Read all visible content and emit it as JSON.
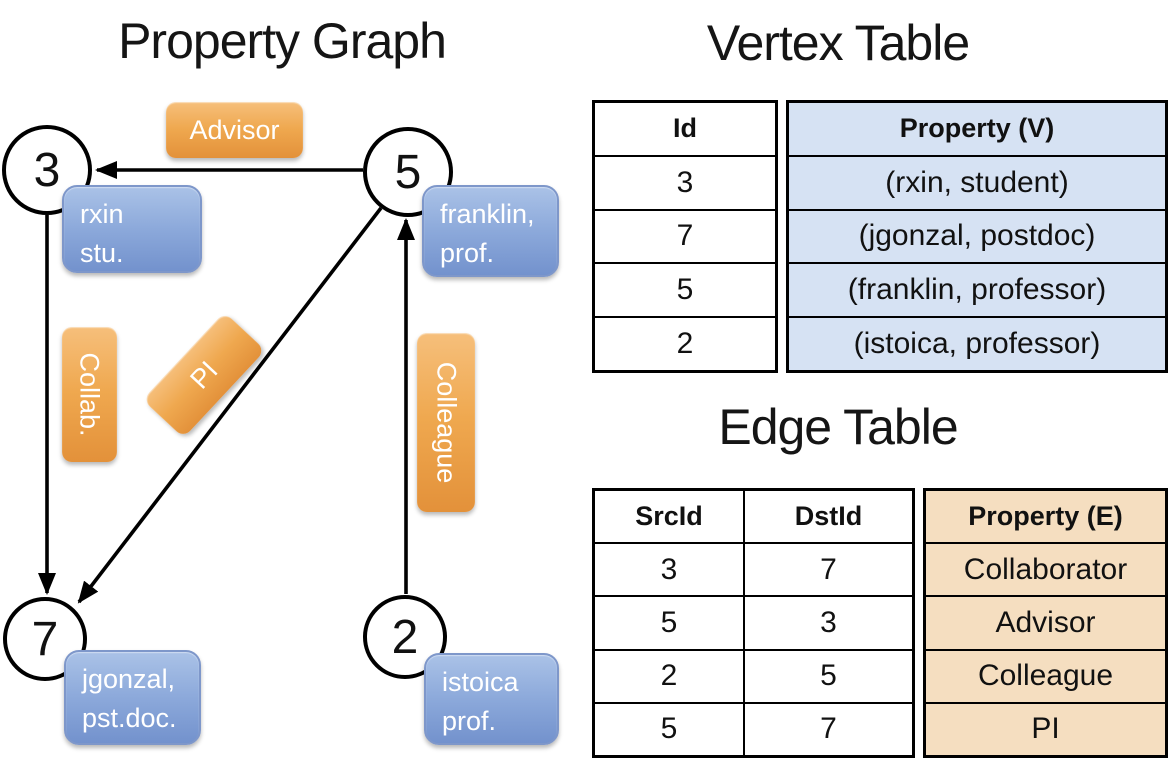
{
  "graph": {
    "title": "Property Graph",
    "nodes": [
      {
        "id": "3"
      },
      {
        "id": "5"
      },
      {
        "id": "7"
      },
      {
        "id": "2"
      }
    ],
    "vertex_labels": {
      "rxin": {
        "line1": "rxin",
        "line2": "stu."
      },
      "franklin": {
        "line1": "franklin,",
        "line2": "prof."
      },
      "jgonzal": {
        "line1": "jgonzal,",
        "line2": "pst.doc."
      },
      "istoica": {
        "line1": "istoica",
        "line2": "prof."
      }
    },
    "edge_labels": {
      "advisor": "Advisor",
      "collab": "Collab.",
      "pi": "PI",
      "colleague": "Colleague"
    }
  },
  "vertex_table": {
    "title": "Vertex Table",
    "col_id": "Id",
    "col_property": "Property (V)",
    "rows": [
      {
        "id": "3",
        "property": "(rxin, student)"
      },
      {
        "id": "7",
        "property": "(jgonzal, postdoc)"
      },
      {
        "id": "5",
        "property": "(franklin, professor)"
      },
      {
        "id": "2",
        "property": "(istoica, professor)"
      }
    ]
  },
  "edge_table": {
    "title": "Edge Table",
    "col_src": "SrcId",
    "col_dst": "DstId",
    "col_property": "Property (E)",
    "rows": [
      {
        "src": "3",
        "dst": "7",
        "property": "Collaborator"
      },
      {
        "src": "5",
        "dst": "3",
        "property": "Advisor"
      },
      {
        "src": "2",
        "dst": "5",
        "property": "Colleague"
      },
      {
        "src": "5",
        "dst": "7",
        "property": "PI"
      }
    ]
  },
  "colors": {
    "edge_label_orange": "#efa84f",
    "vertex_label_blue": "#8ba8da",
    "vertex_cell_blue": "#d6e2f3",
    "edge_cell_tan": "#f5dec0",
    "line_black": "#000000"
  }
}
